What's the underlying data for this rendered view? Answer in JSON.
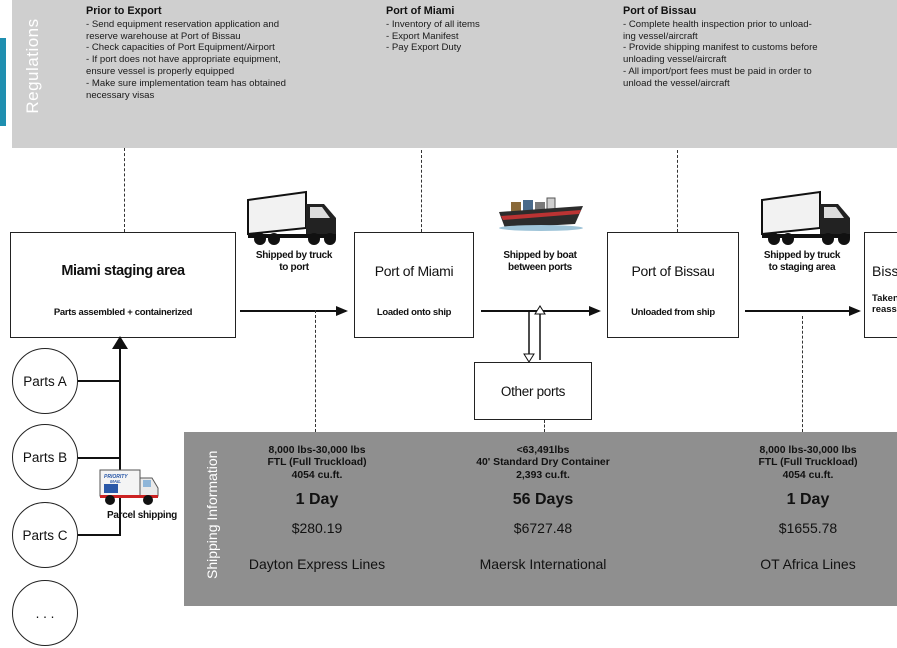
{
  "regulations": {
    "title": "Regulations",
    "columns": [
      {
        "heading": "Prior to Export",
        "items": [
          "- Send equipment reservation application and\nreserve warehouse at Port of Bissau",
          "- Check capacities of Port Equipment/Airport",
          "- If port does not have appropriate equipment,\nensure vessel is properly equipped",
          "- Make sure implementation team has obtained\nnecessary visas"
        ]
      },
      {
        "heading": "Port of Miami",
        "items": [
          "- Inventory of all items",
          "- Export Manifest",
          "- Pay Export Duty"
        ]
      },
      {
        "heading": "Port of Bissau",
        "items": [
          "- Complete health inspection prior to unload-\ning vessel/aircraft",
          "- Provide shipping manifest to customs before\nunloading vessel/aircraft",
          "- All import/port fees must be paid in order to\nunload the vessel/aircraft"
        ]
      }
    ]
  },
  "stages": [
    {
      "title": "Miami staging area",
      "subtitle": "Parts assembled + containerized"
    },
    {
      "title": "Port of Miami",
      "subtitle": "Loaded onto ship"
    },
    {
      "title": "Port of Bissau",
      "subtitle": "Unloaded from ship"
    },
    {
      "title": "Bissau",
      "subtitle": "Taken to reassembly"
    }
  ],
  "transports": [
    {
      "label": "Shipped by truck\nto port",
      "icon": "truck-icon"
    },
    {
      "label": "Shipped by boat\nbetween ports",
      "icon": "ship-icon"
    },
    {
      "label": "Shipped by truck\nto staging area",
      "icon": "truck-icon"
    }
  ],
  "other_ports": "Other ports",
  "parts": [
    "Parts A",
    "Parts B",
    "Parts C",
    ". . ."
  ],
  "parcel": {
    "label": "Parcel shipping",
    "van_text": "PRIORITY\nMAIL"
  },
  "shipping_info": {
    "title": "Shipping Information",
    "columns": [
      {
        "weight": "8,000 lbs-30,000 lbs",
        "type": "FTL (Full Truckload)",
        "volume": "4054 cu.ft.",
        "days": "1 Day",
        "cost": "$280.19",
        "carrier": "Dayton Express Lines"
      },
      {
        "weight": "<63,491lbs",
        "type": "40' Standard Dry Container",
        "volume": "2,393 cu.ft.",
        "days": "56 Days",
        "cost": "$6727.48",
        "carrier": "Maersk International"
      },
      {
        "weight": "8,000 lbs-30,000 lbs",
        "type": "FTL (Full Truckload)",
        "volume": "4054 cu.ft.",
        "days": "1 Day",
        "cost": "$1655.78",
        "carrier": "OT Africa Lines"
      }
    ]
  },
  "colors": {
    "regulations_band": "#cfcfcf",
    "shipping_band": "#8f8f8f",
    "accent": "#1f8fb0"
  }
}
